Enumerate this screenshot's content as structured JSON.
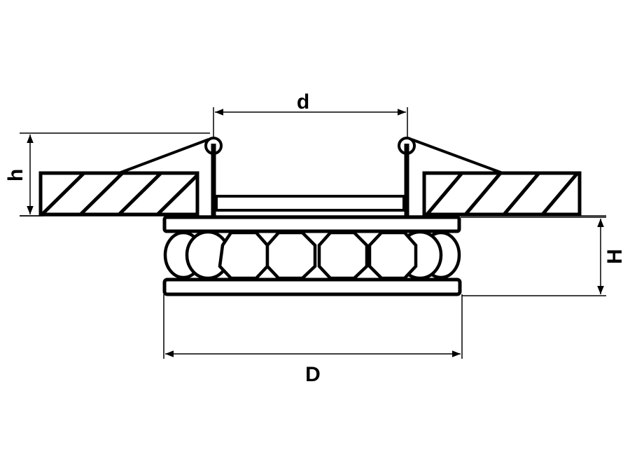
{
  "diagram": {
    "labels": {
      "d": "d",
      "h": "h",
      "H": "H",
      "D": "D"
    },
    "colors": {
      "stroke": "#000000",
      "background": "#ffffff"
    }
  }
}
